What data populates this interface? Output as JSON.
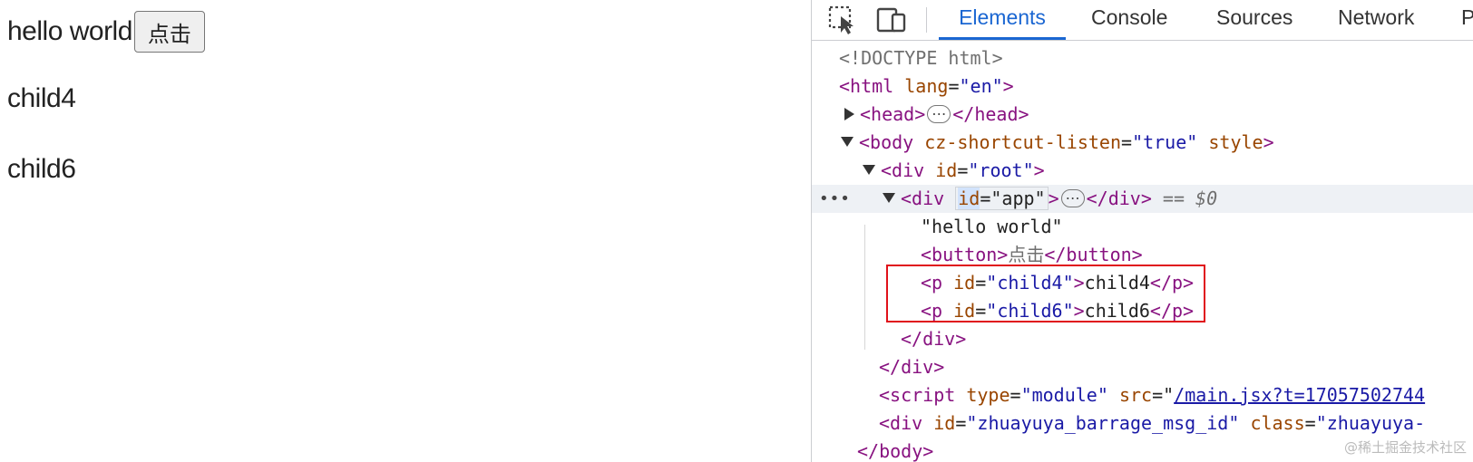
{
  "viewport": {
    "text": "hello world",
    "button_label": "点击",
    "child4": "child4",
    "child6": "child6"
  },
  "devtools": {
    "tabs": {
      "elements": "Elements",
      "console": "Console",
      "sources": "Sources",
      "network": "Network",
      "overflow": "P"
    },
    "icons": {
      "inspect": "inspect-element-icon",
      "device": "device-toolbar-icon"
    },
    "row_menu": "•••",
    "dom": {
      "doctype": "<!DOCTYPE html>",
      "html_open": "<html",
      "html_attr": "lang",
      "html_val": "\"en\"",
      "head_open": "<head>",
      "head_close": "</head>",
      "body_open": "<body",
      "body_attr1": "cz-shortcut-listen",
      "body_val1": "\"true\"",
      "body_attr2": "style",
      "root_open": "<div",
      "root_attr": "id",
      "root_val": "\"root\"",
      "app_open": "<div",
      "app_attr": "id",
      "app_val": "\"app\"",
      "app_close": "</div>",
      "app_ref": "== $0",
      "hello_text": "\"hello world\"",
      "button_open": "<button>",
      "button_text": "点击",
      "button_close": "</button>",
      "p4_open": "<p",
      "p4_attr": "id",
      "p4_val": "\"child4\"",
      "p4_text": "child4",
      "p4_close": "</p>",
      "p6_open": "<p",
      "p6_attr": "id",
      "p6_val": "\"child6\"",
      "p6_text": "child6",
      "p6_close": "</p>",
      "div_close_inner": "</div>",
      "div_close_root": "</div>",
      "script_open": "<script",
      "script_attr1": "type",
      "script_val1": "\"module\"",
      "script_attr2": "src",
      "script_link": "/main.jsx?t=17057502744",
      "div2_open": "<div",
      "div2_attr1": "id",
      "div2_val1": "\"zhuayuya_barrage_msg_id\"",
      "div2_attr2": "class",
      "div2_val2": "\"zhuayuya-",
      "body_close": "</body>"
    }
  },
  "watermark": "@稀土掘金技术社区",
  "colors": {
    "tag": "#881280",
    "attr": "#994500",
    "value": "#1a1aa6",
    "active_tab": "#1a66d2",
    "highlight_box": "#e0121a"
  }
}
